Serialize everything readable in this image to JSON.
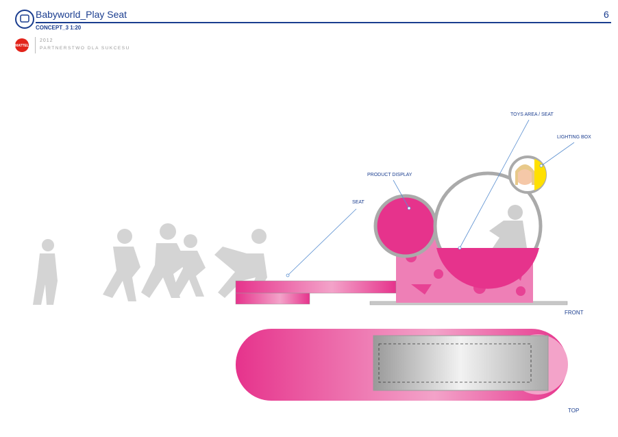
{
  "header": {
    "title": "Babyworld_Play Seat",
    "subtitle": "CONCEPT_3 1:20",
    "page_number": "6"
  },
  "brand": {
    "logo_text": "MATTEL",
    "year": "2012",
    "slogan": "PARTNERSTWO DLA SUKCESU"
  },
  "labels": {
    "toys_area": "TOYS AREA / SEAT",
    "lighting_box": "LIGHTING BOX",
    "product_display": "PRODUCT DISPLAY",
    "seat": "SEAT",
    "front": "FRONT",
    "top": "TOP"
  },
  "colors": {
    "brand_blue": "#1a3d8f",
    "pink": "#e6338c",
    "light_pink": "#f3a3c9"
  }
}
